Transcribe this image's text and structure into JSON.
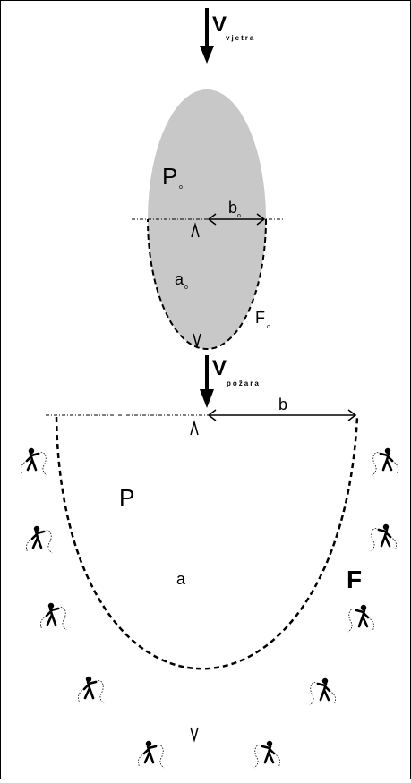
{
  "labels": {
    "wind_v": "V",
    "wind_sub": "vjetra",
    "fire_v": "V",
    "fire_sub": "požara",
    "initial_area": "P",
    "initial_area_sub": "o",
    "initial_semi_minor": "b",
    "initial_semi_minor_sub": "o",
    "initial_semi_major": "a",
    "initial_semi_major_sub": "o",
    "initial_front": "F",
    "initial_front_sub": "o",
    "area": "P",
    "semi_minor": "b",
    "semi_major": "a",
    "front": "F"
  },
  "colors": {
    "initial_fill": "#c8c8c8",
    "ink": "#000000",
    "background": "#ffffff"
  },
  "icons": {
    "firefighter": "firefighter-with-hose-icon"
  }
}
